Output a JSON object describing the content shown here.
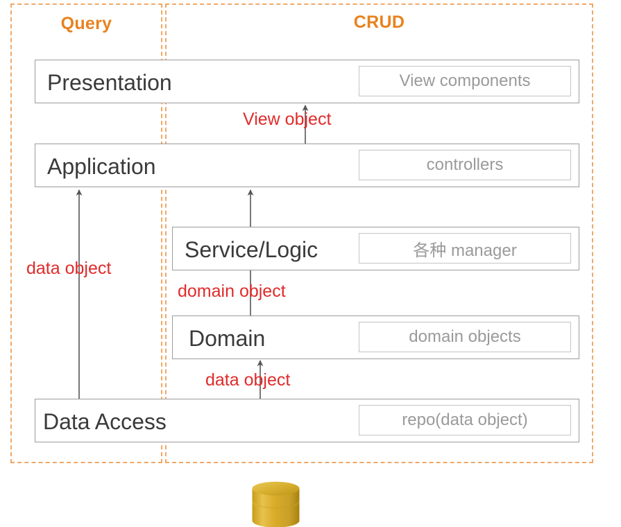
{
  "diagram": {
    "title": "Layered architecture: Query vs CRUD object flow",
    "colors": {
      "region_border": "#f0a868",
      "region_title": "#e8821e",
      "layer_border": "#9b9b9b",
      "chip_border": "#c4c4c4",
      "chip_text": "#9a9a9a",
      "layer_text": "#3a3a3a",
      "flow_label": "#e02b2b",
      "arrow": "#555555",
      "database": "#d4a82a"
    },
    "regions": [
      {
        "id": "query",
        "label": "Query"
      },
      {
        "id": "crud",
        "label": "CRUD"
      }
    ],
    "layers": [
      {
        "id": "presentation",
        "name": "Presentation",
        "chip": "View components",
        "spans": "both"
      },
      {
        "id": "application",
        "name": "Application",
        "chip": "controllers",
        "spans": "both"
      },
      {
        "id": "service",
        "name": "Service/Logic",
        "chip": "各种 manager",
        "spans": "crud"
      },
      {
        "id": "domain",
        "name": "Domain",
        "chip": "domain objects",
        "spans": "crud"
      },
      {
        "id": "data-access",
        "name": "Data Access",
        "chip": "repo(data object)",
        "spans": "both"
      }
    ],
    "flows": [
      {
        "id": "view-object",
        "label": "View object",
        "from": "application",
        "to": "presentation"
      },
      {
        "id": "domain-object",
        "label": "domain object",
        "from": "service",
        "to": "application"
      },
      {
        "id": "data-object-mid",
        "label": "data object",
        "from": "data-access",
        "to": "domain"
      },
      {
        "id": "data-object-left",
        "label": "data object",
        "from": "data-access",
        "to": "application"
      }
    ],
    "database": {
      "icon": "database-cylinder-icon",
      "label": ""
    },
    "watermark": ""
  }
}
